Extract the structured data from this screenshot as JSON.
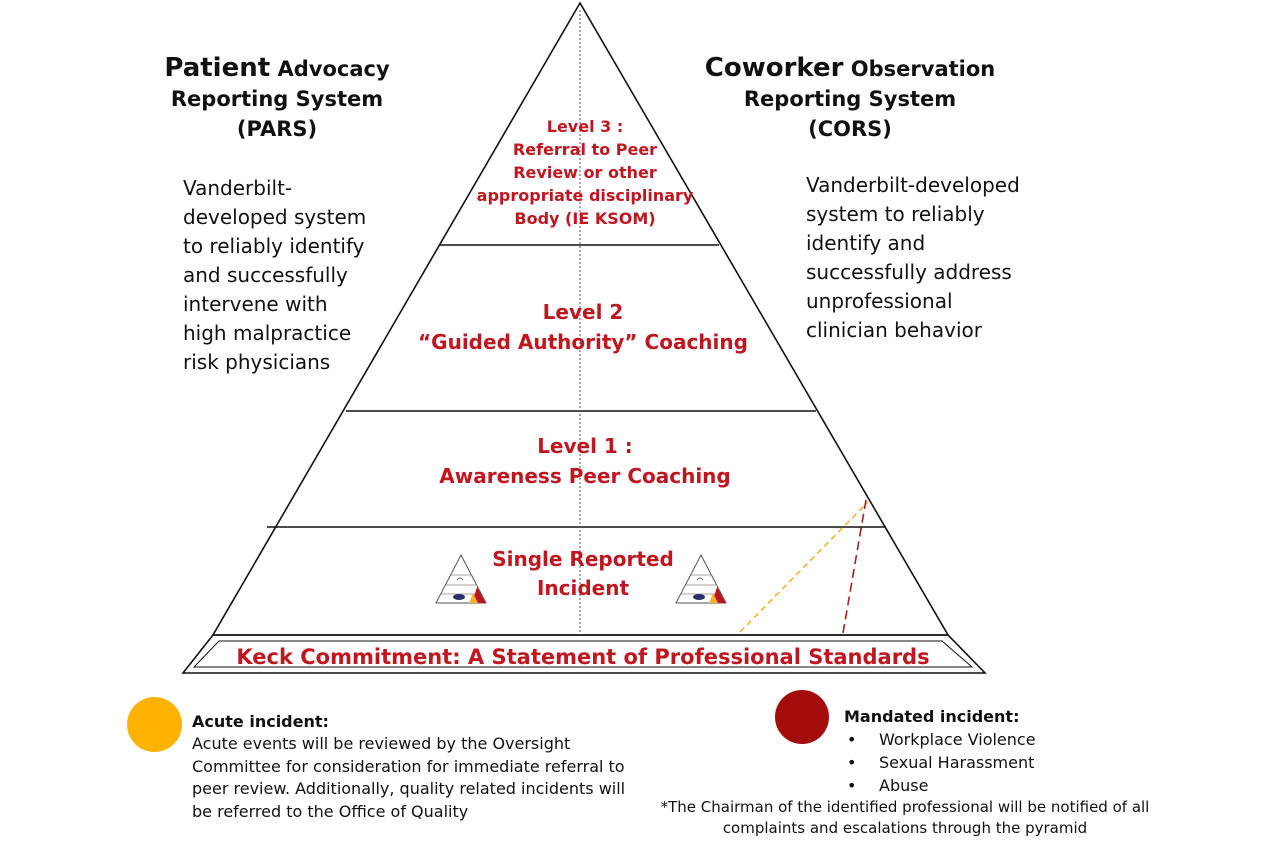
{
  "left_system": {
    "title_word": "Patient",
    "title_rest": "Advocacy",
    "title_line2": "Reporting System",
    "title_line3": "(PARS)",
    "description": [
      "Vanderbilt-",
      "developed system",
      "to reliably identify",
      "and successfully",
      "intervene with",
      "high malpractice",
      "risk physicians"
    ]
  },
  "right_system": {
    "title_word": "Coworker",
    "title_rest": "Observation",
    "title_line2": "Reporting System",
    "title_line3": "(CORS)",
    "description": [
      "Vanderbilt-developed",
      "system to reliably",
      "identify and",
      "successfully address",
      "unprofessional",
      "clinician behavior"
    ]
  },
  "pyramid": {
    "level3": [
      "Level 3 :",
      "Referral to Peer",
      "Review or other",
      "appropriate disciplinary",
      "Body (IE KSOM)"
    ],
    "level2": [
      "Level 2",
      "“Guided Authority” Coaching"
    ],
    "level1": [
      "Level 1 :",
      "Awareness Peer Coaching"
    ],
    "base": [
      "Single Reported",
      "Incident"
    ],
    "foundation": "Keck Commitment: A Statement of Professional Standards"
  },
  "legend": {
    "acute": {
      "color": "#ffb300",
      "title": "Acute incident:",
      "text": [
        "Acute events will be reviewed by the Oversight",
        "Committee for consideration for immediate referral to",
        "peer review. Additionally, quality related incidents will",
        "be referred to the Office of Quality"
      ]
    },
    "mandated": {
      "color": "#a50d0d",
      "title": "Mandated incident:",
      "items": [
        "Workplace Violence",
        "Sexual Harassment",
        "Abuse"
      ]
    },
    "note": [
      "*The Chairman of the identified professional will be notified of all",
      "complaints and escalations through the pyramid"
    ]
  },
  "colors": {
    "level_text": "#c0161f",
    "acute_line": "#f5b335",
    "mandated_line": "#a52020"
  }
}
